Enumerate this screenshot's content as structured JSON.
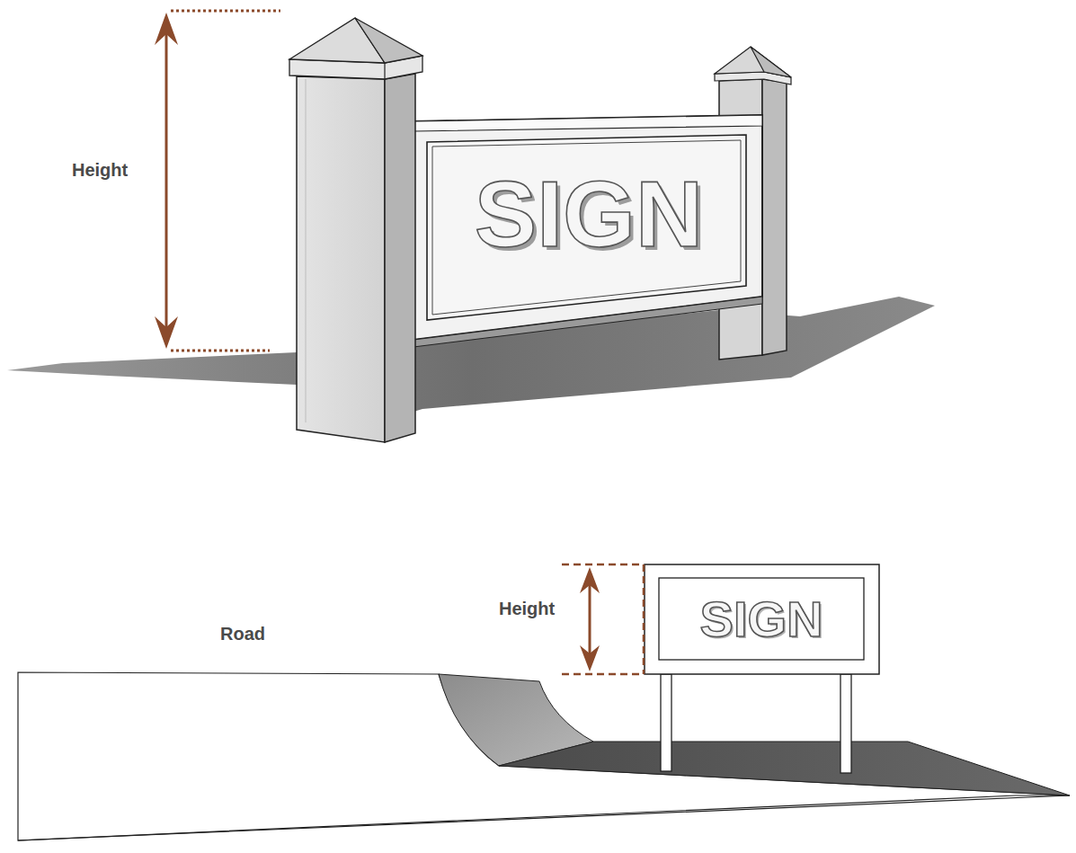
{
  "diagram": {
    "nodes": [
      {
        "text": [
          "SIGN"
        ]
      },
      {
        "text": [
          "SIGN"
        ]
      }
    ],
    "labels": [
      "Height",
      "Height",
      "Road"
    ]
  }
}
